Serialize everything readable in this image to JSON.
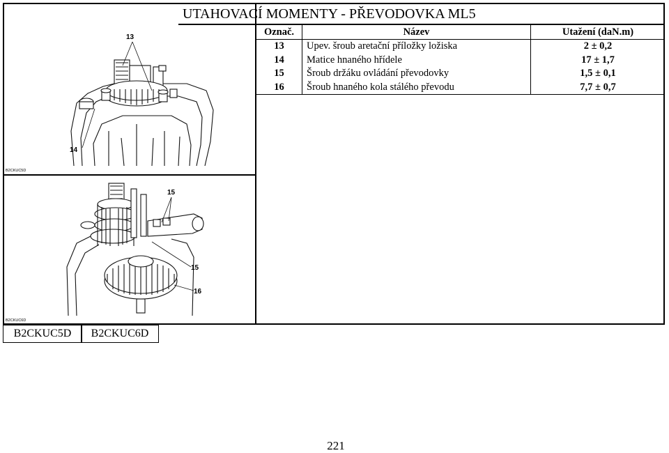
{
  "document": {
    "title": "UTAHOVACÍ MOMENTY - PŘEVODOVKA ML5",
    "page_number": "221"
  },
  "table": {
    "headers": {
      "code": "Označ.",
      "name": "Název",
      "torque": "Utažení (daN.m)"
    },
    "rows": [
      {
        "code": "13",
        "name": "Upev. šroub aretační příložky ložiska",
        "torque": "2 ± 0,2"
      },
      {
        "code": "14",
        "name": "Matice hnaného hřídele",
        "torque": "17 ± 1,7"
      },
      {
        "code": "15",
        "name": "Šroub držáku ovládání převodovky",
        "torque": "1,5 ± 0,1"
      },
      {
        "code": "16",
        "name": "Šroub hnaného kola stálého převodu",
        "torque": "7,7 ± 0,7"
      }
    ]
  },
  "figures": {
    "top": {
      "code": "B2CKUC5D",
      "callouts": [
        "13",
        "14"
      ]
    },
    "bottom": {
      "code": "B2CKUC6D",
      "callouts": [
        "15",
        "15",
        "16"
      ]
    }
  },
  "references": [
    "B2CKUC5D",
    "B2CKUC6D"
  ]
}
